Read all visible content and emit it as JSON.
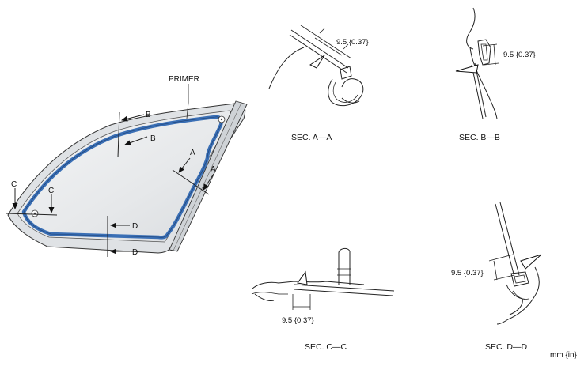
{
  "labels": {
    "primer": "PRIMER",
    "cut_a1": "A",
    "cut_a2": "A",
    "cut_b1": "B",
    "cut_b2": "B",
    "cut_c1": "C",
    "cut_c2": "C",
    "cut_d1": "D",
    "cut_d2": "D"
  },
  "sections": {
    "aa": {
      "title": "SEC. A—A",
      "dimension": "9.5 {0.37}"
    },
    "bb": {
      "title": "SEC. B—B",
      "dimension": "9.5 {0.37}"
    },
    "cc": {
      "title": "SEC. C—C",
      "dimension": "9.5 {0.37}"
    },
    "dd": {
      "title": "SEC. D—D",
      "dimension": "9.5 {0.37}"
    }
  },
  "units": "mm {in}",
  "colors": {
    "primer_bead": "#3a6fb5",
    "glass": "#eef0f2",
    "outline": "#222222"
  }
}
